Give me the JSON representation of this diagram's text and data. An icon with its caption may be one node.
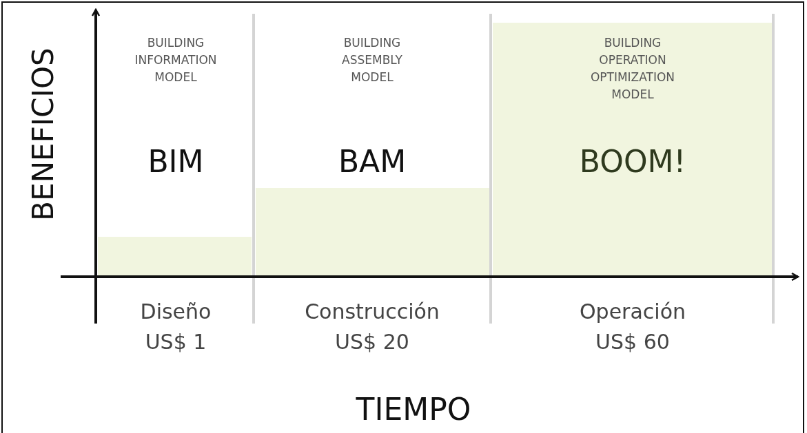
{
  "diagram": {
    "labels": [
      "BENEFICIOS",
      "BUILDING INFORMATION MODEL",
      "BUILDING ASSEMBLY MODEL",
      "BUILDING OPERATION OPTIMIZATION MODEL",
      "BIM",
      "BAM",
      "BOOM!",
      "Diseño",
      "Construcción",
      "Operación",
      "US$ 1",
      "US$ 20",
      "US$ 60",
      "TIEMPO"
    ]
  }
}
